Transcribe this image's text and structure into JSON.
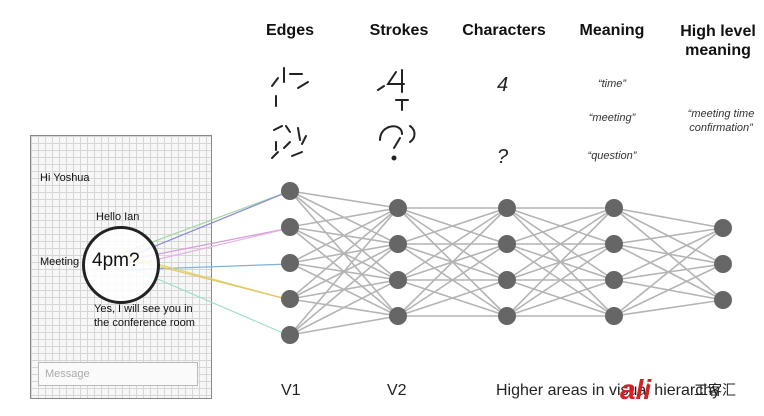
{
  "headers": {
    "edges": "Edges",
    "strokes": "Strokes",
    "characters": "Characters",
    "meaning": "Meaning",
    "high_level": "High level meaning"
  },
  "characters": {
    "top": "4",
    "bottom": "?"
  },
  "meanings": {
    "time": "“time”",
    "meeting": "“meeting”",
    "question": "“question”"
  },
  "high_meaning": "“meeting time confirmation”",
  "chat": {
    "greeting": "Hi Yoshua",
    "reply": "Hello Ian",
    "meeting_prefix": "Meeting",
    "highlight": "4pm?",
    "answer": "Yes, I will see you in the conference room",
    "message_placeholder": "Message"
  },
  "layer_labels": {
    "v1": "V1",
    "v2": "V2",
    "higher": "Higher areas in visual hierarchy"
  },
  "watermark": {
    "mark": "ali",
    "text": "工客汇"
  },
  "network": {
    "layers": [
      5,
      4,
      4,
      4,
      3
    ]
  },
  "colors": {
    "node": "#666666",
    "edge": "#b4b4b4",
    "accent": "#d81f26"
  }
}
